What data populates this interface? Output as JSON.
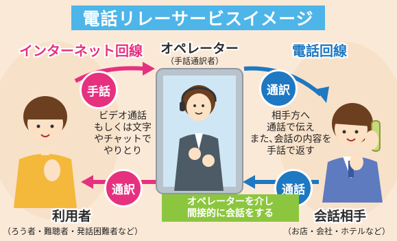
{
  "title": "電話リレーサービスイメージ",
  "labels": {
    "internet": "インターネット回線",
    "phone_line": "電話回線",
    "operator": "オペレーター",
    "operator_sub": "（手話通訳者）",
    "user": "利用者",
    "user_sub": "（ろう者・難聴者・発話困難者など）",
    "partner": "会話相手",
    "partner_sub": "（お店・会社・ホテルなど）"
  },
  "bubbles": {
    "sign": "手話",
    "interpret_top": "通訳",
    "call": "通話",
    "interpret_bottom": "通訳"
  },
  "texts": {
    "left_lines": [
      "ビデオ通話",
      "もしくは文字",
      "やチャットで",
      "やりとり"
    ],
    "right_lines": [
      "相手方へ",
      "通話で伝え",
      "また､会話の内容を",
      "手話で返す"
    ],
    "band_lines": [
      "オペレーターを介し",
      "間接的に会話をする"
    ]
  },
  "colors": {
    "title_bg": "#4eb5e9",
    "pink": "#e6317f",
    "blue": "#1e78c2",
    "green": "#8cc63f",
    "background": "#fbe9d7"
  }
}
